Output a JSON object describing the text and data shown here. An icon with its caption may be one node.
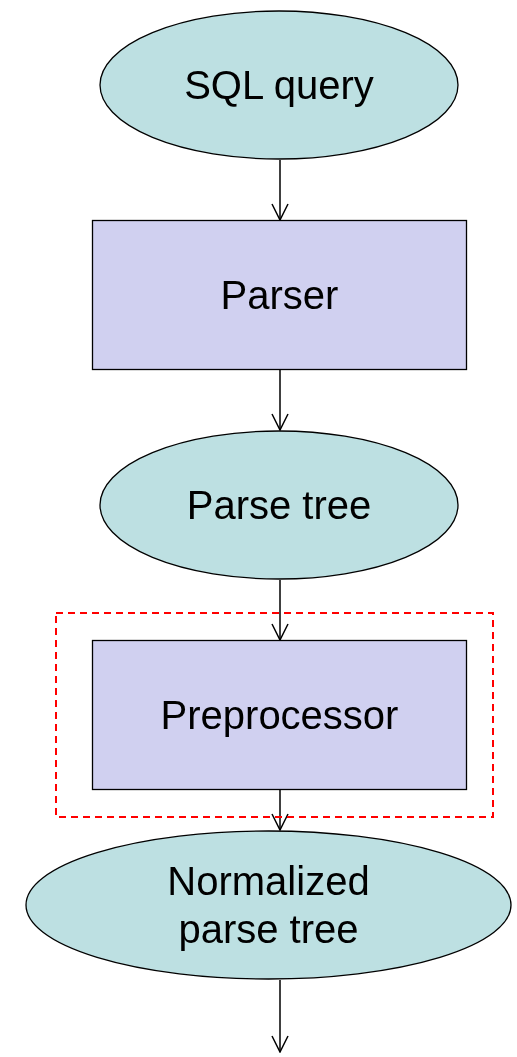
{
  "diagram": {
    "nodes": [
      {
        "text": [
          "SQL query"
        ]
      },
      {
        "text": [
          "Parser"
        ]
      },
      {
        "text": [
          "Parse tree"
        ]
      },
      {
        "text": [],
        "shape": "box"
      },
      {
        "text": [
          "Preprocessor"
        ],
        "in": 3
      },
      {
        "text": [
          "Normalized parse tree"
        ]
      }
    ],
    "edges": [
      {
        "from": 0,
        "to": 1,
        "arrow": "to"
      },
      {
        "from": 1,
        "to": 2,
        "arrow": "to"
      },
      {
        "from": 2,
        "to": 4,
        "arrow": "to"
      },
      {
        "from": 4,
        "to": 5,
        "arrow": "to"
      },
      {
        "from": 5,
        "to": null,
        "arrow": "to"
      }
    ]
  }
}
